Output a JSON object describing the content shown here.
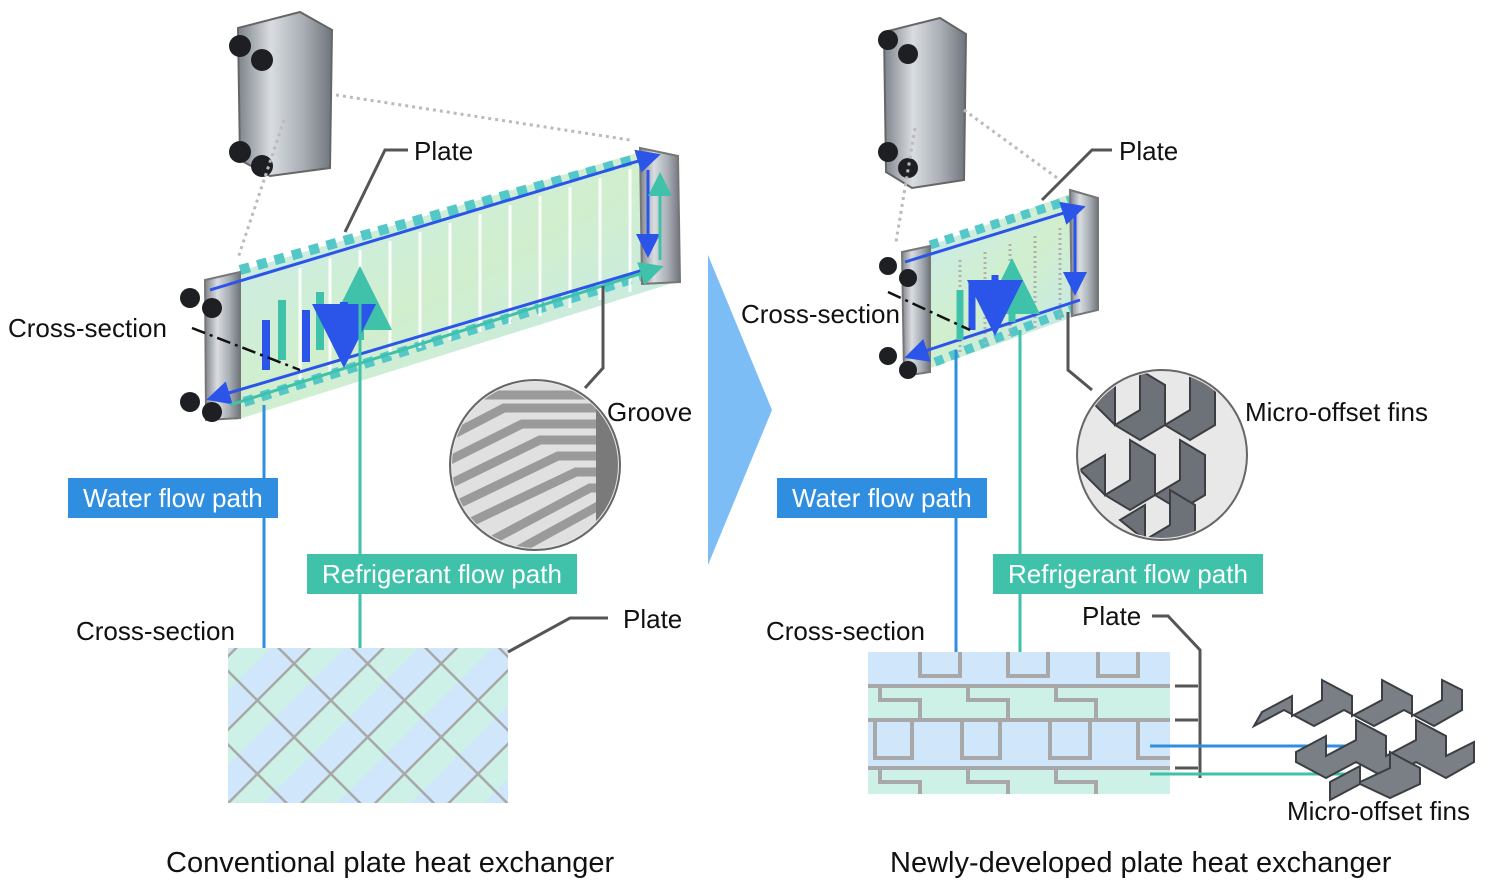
{
  "colors": {
    "water": "#2f8ee0",
    "refrigerant": "#3fc1aa",
    "arrow": "#7dbdf5",
    "plate_metal": "#9aa1a8",
    "flow_arrow_blue": "#2a55e8"
  },
  "left_panel": {
    "plate_label": "Plate",
    "cross_section_label": "Cross-section",
    "groove_label": "Groove",
    "water_tag": "Water flow path",
    "refrigerant_tag": "Refrigerant flow path",
    "cross_section_label_2": "Cross-section",
    "plate_label_2": "Plate",
    "caption": "Conventional plate heat exchanger"
  },
  "right_panel": {
    "plate_label": "Plate",
    "cross_section_label": "Cross-section",
    "fins_label": "Micro-offset fins",
    "water_tag": "Water flow path",
    "refrigerant_tag": "Refrigerant flow path",
    "cross_section_label_2": "Cross-section",
    "plate_label_2": "Plate",
    "fins_label_2": "Micro-offset fins",
    "caption": "Newly-developed plate heat exchanger"
  }
}
